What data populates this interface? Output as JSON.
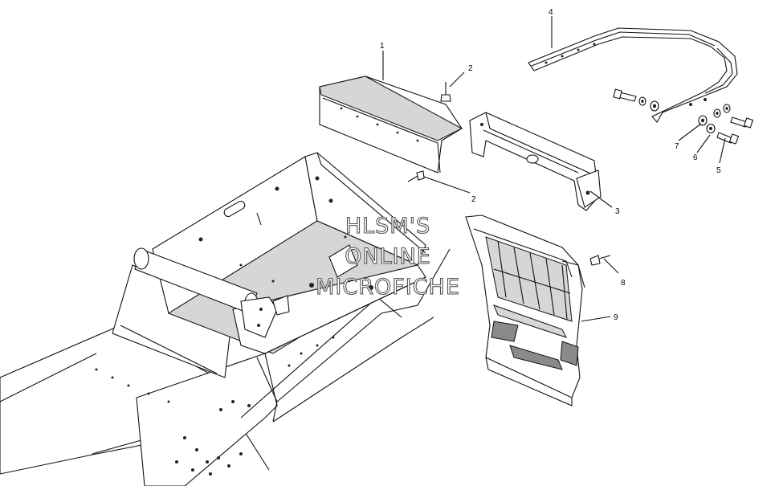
{
  "callouts": [
    {
      "id": "c1",
      "label": "1"
    },
    {
      "id": "c2a",
      "label": "2"
    },
    {
      "id": "c2b",
      "label": "2"
    },
    {
      "id": "c3",
      "label": "3"
    },
    {
      "id": "c4",
      "label": "4"
    },
    {
      "id": "c5",
      "label": "5"
    },
    {
      "id": "c6",
      "label": "6"
    },
    {
      "id": "c7",
      "label": "7"
    },
    {
      "id": "c8",
      "label": "8"
    },
    {
      "id": "c9",
      "label": "9"
    }
  ],
  "watermark": {
    "line1": "HLSM'S",
    "line2": "ONLINE",
    "line3": "MICROFICHE"
  },
  "colors": {
    "ink": "#111111",
    "paper": "#ffffff",
    "shade": "#d6d6d6"
  }
}
